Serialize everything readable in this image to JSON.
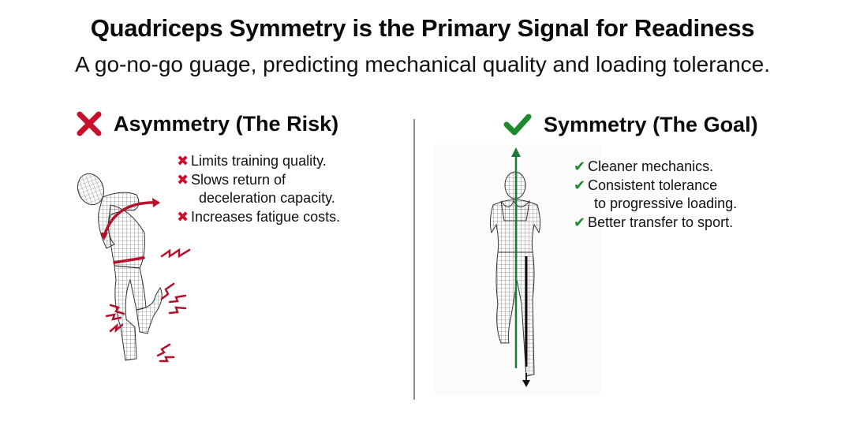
{
  "header": {
    "title": "Quadriceps Symmetry is the Primary Signal for Readiness",
    "subtitle": "A go-no-go guage, predicting mechanical quality and loading tolerance."
  },
  "left_panel": {
    "icon": "red-x-icon",
    "heading": "Asymmetry (The Risk)",
    "accent_color": "#c8102e",
    "bullets": [
      {
        "mark": "✖",
        "text": "Limits training quality."
      },
      {
        "mark": "✖",
        "text": "Slows return of",
        "continuation": "deceleration capacity."
      },
      {
        "mark": "✖",
        "text": "Increases fatigue costs."
      }
    ],
    "figure": "asymmetric-wireframe-runner-with-stress-arrows"
  },
  "right_panel": {
    "icon": "green-check-icon",
    "heading": "Symmetry (The Goal)",
    "accent_color": "#1e8a2e",
    "bullets": [
      {
        "mark": "✔",
        "text": "Cleaner mechanics."
      },
      {
        "mark": "✔",
        "text": "Consistent tolerance",
        "continuation": "to progressive loading."
      },
      {
        "mark": "✔",
        "text": "Better transfer to sport."
      }
    ],
    "figure": "symmetric-wireframe-runner-with-alignment-line"
  }
}
